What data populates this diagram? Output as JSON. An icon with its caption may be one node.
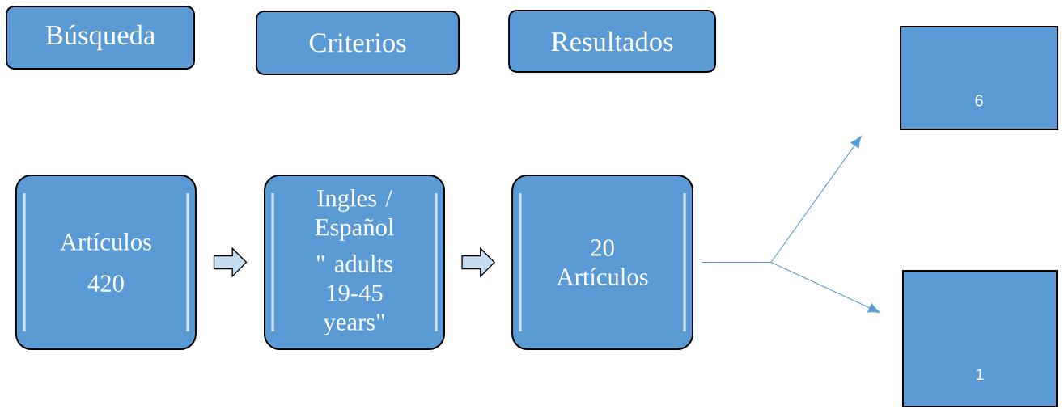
{
  "diagram": {
    "nodes": [
      {
        "text": [
          "Búsqueda"
        ]
      },
      {
        "text": [
          "Criterios"
        ]
      },
      {
        "text": [
          "Resultados"
        ]
      },
      {
        "text": [
          "Artículos",
          "420"
        ]
      },
      {
        "text": [
          "Ingles / Español",
          "\" adults 19-45 years\""
        ]
      },
      {
        "text": [
          "20 Artículos"
        ]
      },
      {
        "text": [
          "6"
        ]
      },
      {
        "text": [
          "1"
        ]
      }
    ],
    "edges": [
      {
        "from": 3,
        "to": 4,
        "arrow": "to",
        "style": "thick"
      },
      {
        "from": 4,
        "to": 5,
        "arrow": "to",
        "style": "thick"
      },
      {
        "from": 5,
        "to": 6,
        "arrow": "to"
      },
      {
        "from": 5,
        "to": 7,
        "arrow": "to"
      }
    ]
  }
}
